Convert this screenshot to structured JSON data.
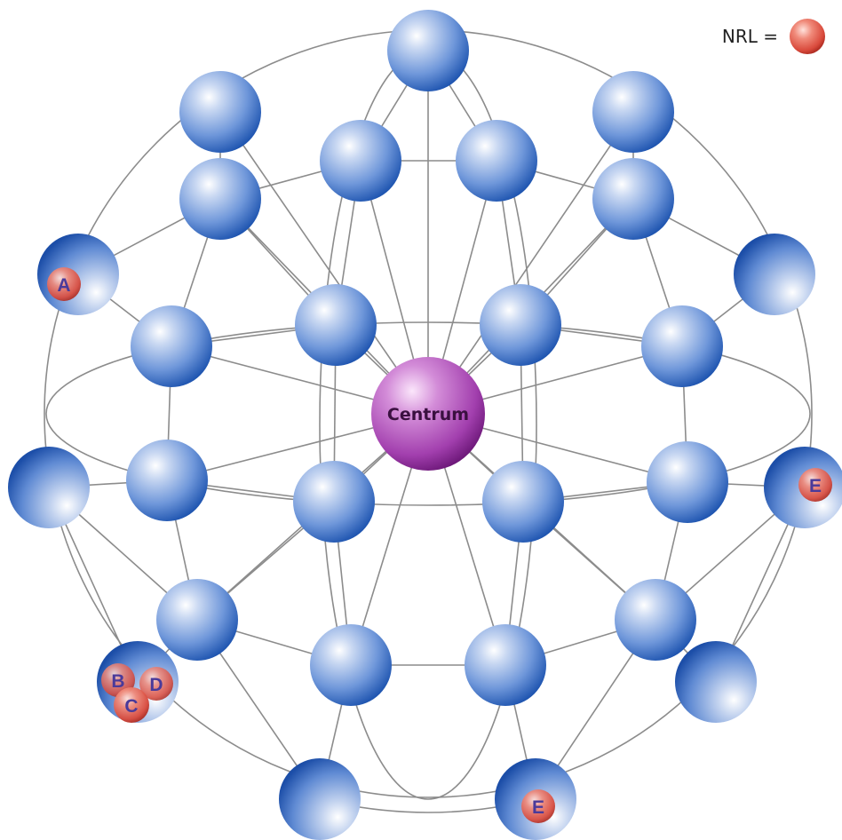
{
  "center": {
    "label": "Centrum"
  },
  "legend": {
    "text": "NRL ="
  },
  "markers": {
    "A": "A",
    "B": "B",
    "C": "C",
    "D": "D",
    "E_right": "E",
    "E_bottom": "E"
  },
  "colors": {
    "node": "#4f7fcc",
    "center": "#9b3aa5",
    "marker": "#e05a4a",
    "wire": "#8a8a8a"
  }
}
